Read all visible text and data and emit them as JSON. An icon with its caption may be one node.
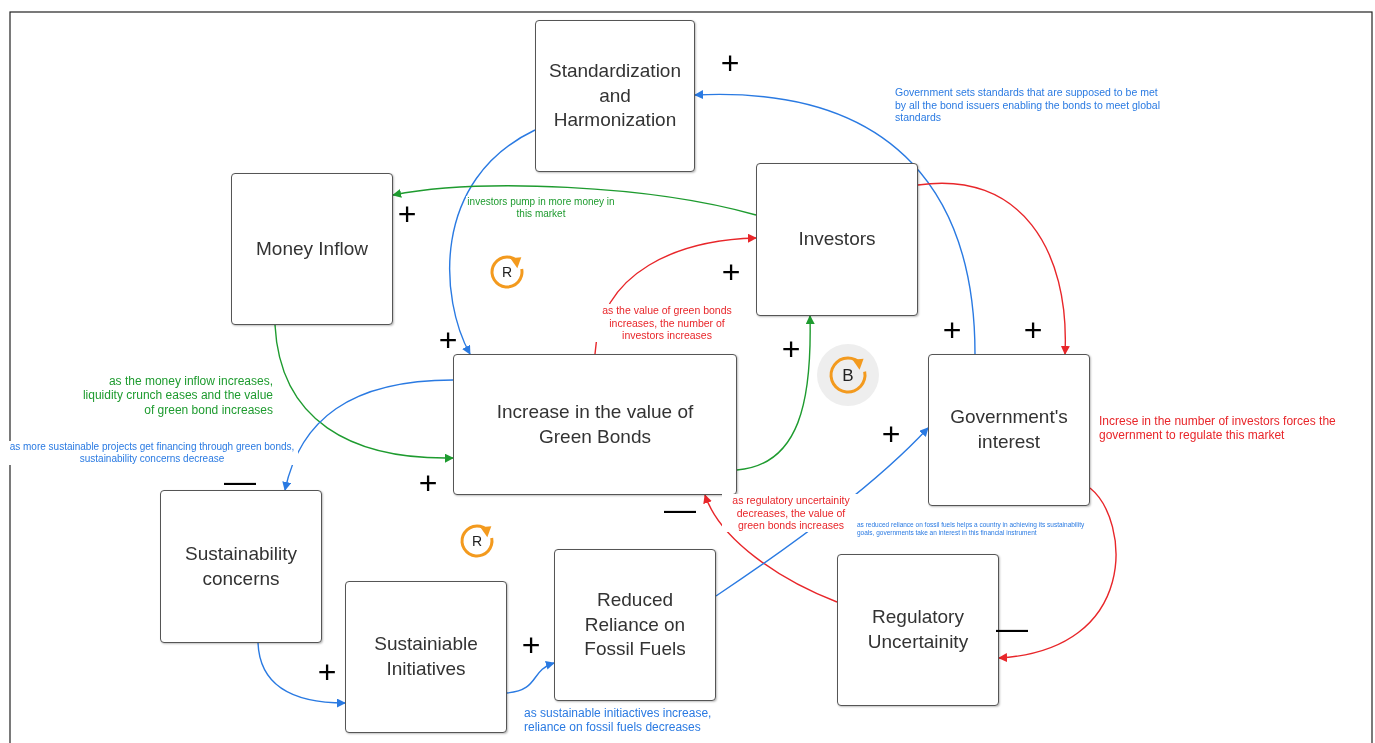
{
  "diagram": {
    "nodes": [
      {
        "text": [
          "Standardization and Harmonization"
        ]
      },
      {
        "text": [
          "Money Inflow"
        ]
      },
      {
        "text": [
          "Investors"
        ]
      },
      {
        "text": [
          "Increase in the value of Green Bonds"
        ]
      },
      {
        "text": [
          "Government's interest"
        ]
      },
      {
        "text": [
          "Sustainability concerns"
        ]
      },
      {
        "text": [
          "Sustainiable Initiatives"
        ]
      },
      {
        "text": [
          "Reduced Reliance on Fossil Fuels"
        ]
      },
      {
        "text": [
          "Regulatory Uncertainity"
        ]
      }
    ],
    "edges": [
      {
        "from": 4,
        "to": 0,
        "arrow": "to",
        "label": "Government sets standards that are supposed to be met by all the bond issuers enabling the bonds to meet global standards"
      },
      {
        "from": 0,
        "to": 3,
        "arrow": "to"
      },
      {
        "from": 2,
        "to": 1,
        "arrow": "to",
        "label": "investors pump in more money in this market",
        "color": "#1e9b2f"
      },
      {
        "from": 1,
        "to": 3,
        "arrow": "to",
        "label": "as the money inflow increases, liquidity crunch eases and the value of green bond increases",
        "color": "#1e9b2f"
      },
      {
        "from": 3,
        "to": 2,
        "arrow": "to",
        "label": "as the value of green bonds increases, the number of investors increases",
        "color": "#e8262a"
      },
      {
        "from": 3,
        "to": 2,
        "arrow": "to",
        "color": "#1e9b2f"
      },
      {
        "from": 2,
        "to": 4,
        "arrow": "to",
        "color": "#e8262a"
      },
      {
        "from": 4,
        "to": 8,
        "arrow": "to",
        "label": "Increse in the number of investors forces the government to regulate this market",
        "color": "#e8262a"
      },
      {
        "from": 8,
        "to": 3,
        "arrow": "to",
        "label": "as regulatory uncertainity decreases, the value of green bonds increases",
        "color": "#e8262a"
      },
      {
        "from": 3,
        "to": 5,
        "arrow": "to",
        "label": "as more sustainable projects get financing through green bonds, sustainability concerns decrease"
      },
      {
        "from": 5,
        "to": 6,
        "arrow": "to"
      },
      {
        "from": 6,
        "to": 7,
        "arrow": "to",
        "label": "as sustainable initiactives increase, reliance on fossil fuels decreases"
      },
      {
        "from": 7,
        "to": 4,
        "arrow": "to",
        "label": "as reduced reliance on fossil fuels helps a country in achieving its sustainability goals, governments take an interest in this financial instrument"
      }
    ],
    "labels": [
      "+",
      "+",
      "R",
      "+",
      "+",
      "+",
      "+",
      "+",
      "B",
      "+",
      "—",
      "+",
      "—",
      "R",
      "—",
      "+",
      "+"
    ]
  }
}
